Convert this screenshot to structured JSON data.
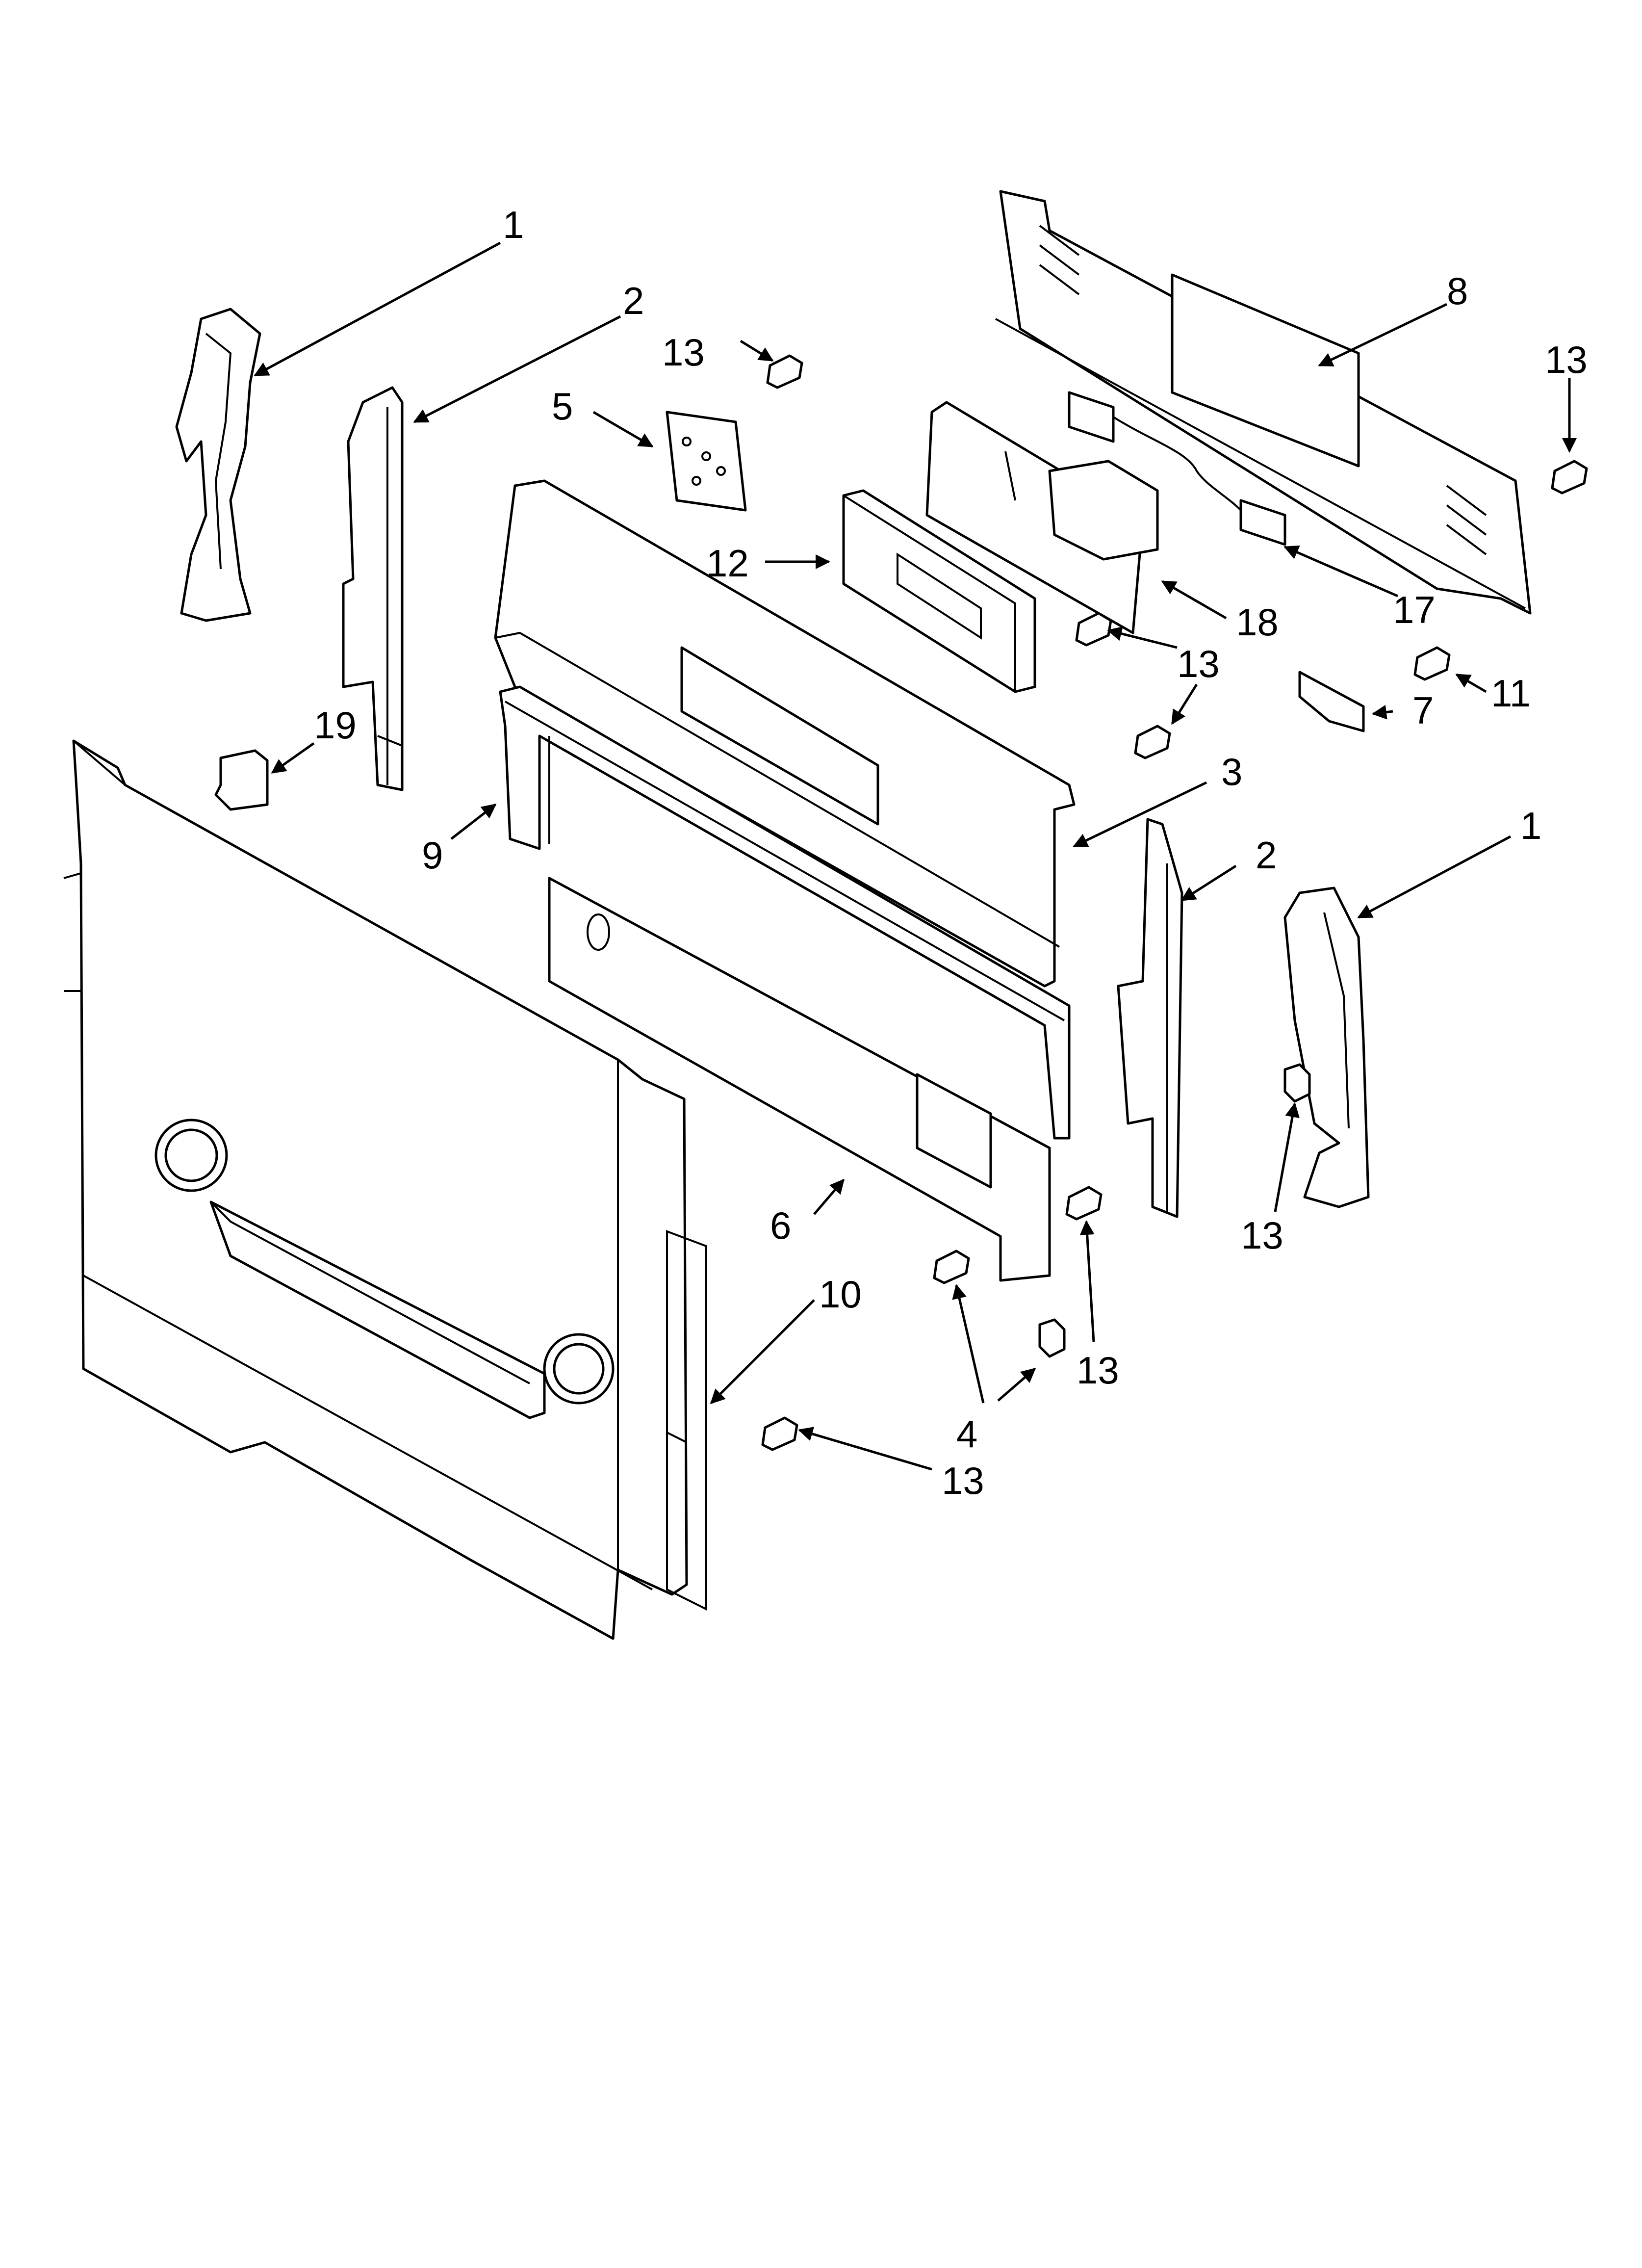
{
  "diagram": {
    "labels": [
      {
        "id": "lbl-1-left",
        "text": "1"
      },
      {
        "id": "lbl-2-left",
        "text": "2"
      },
      {
        "id": "lbl-13-top",
        "text": "13"
      },
      {
        "id": "lbl-5",
        "text": "5"
      },
      {
        "id": "lbl-8",
        "text": "8"
      },
      {
        "id": "lbl-13-topright",
        "text": "13"
      },
      {
        "id": "lbl-12",
        "text": "12"
      },
      {
        "id": "lbl-18",
        "text": "18"
      },
      {
        "id": "lbl-17",
        "text": "17"
      },
      {
        "id": "lbl-13-mid",
        "text": "13"
      },
      {
        "id": "lbl-11",
        "text": "11"
      },
      {
        "id": "lbl-7",
        "text": "7"
      },
      {
        "id": "lbl-19",
        "text": "19"
      },
      {
        "id": "lbl-3",
        "text": "3"
      },
      {
        "id": "lbl-1-right",
        "text": "1"
      },
      {
        "id": "lbl-9",
        "text": "9"
      },
      {
        "id": "lbl-2-right",
        "text": "2"
      },
      {
        "id": "lbl-6",
        "text": "6"
      },
      {
        "id": "lbl-13-right",
        "text": "13"
      },
      {
        "id": "lbl-10",
        "text": "10"
      },
      {
        "id": "lbl-13-center",
        "text": "13"
      },
      {
        "id": "lbl-4",
        "text": "4"
      },
      {
        "id": "lbl-13-bottom",
        "text": "13"
      }
    ]
  }
}
